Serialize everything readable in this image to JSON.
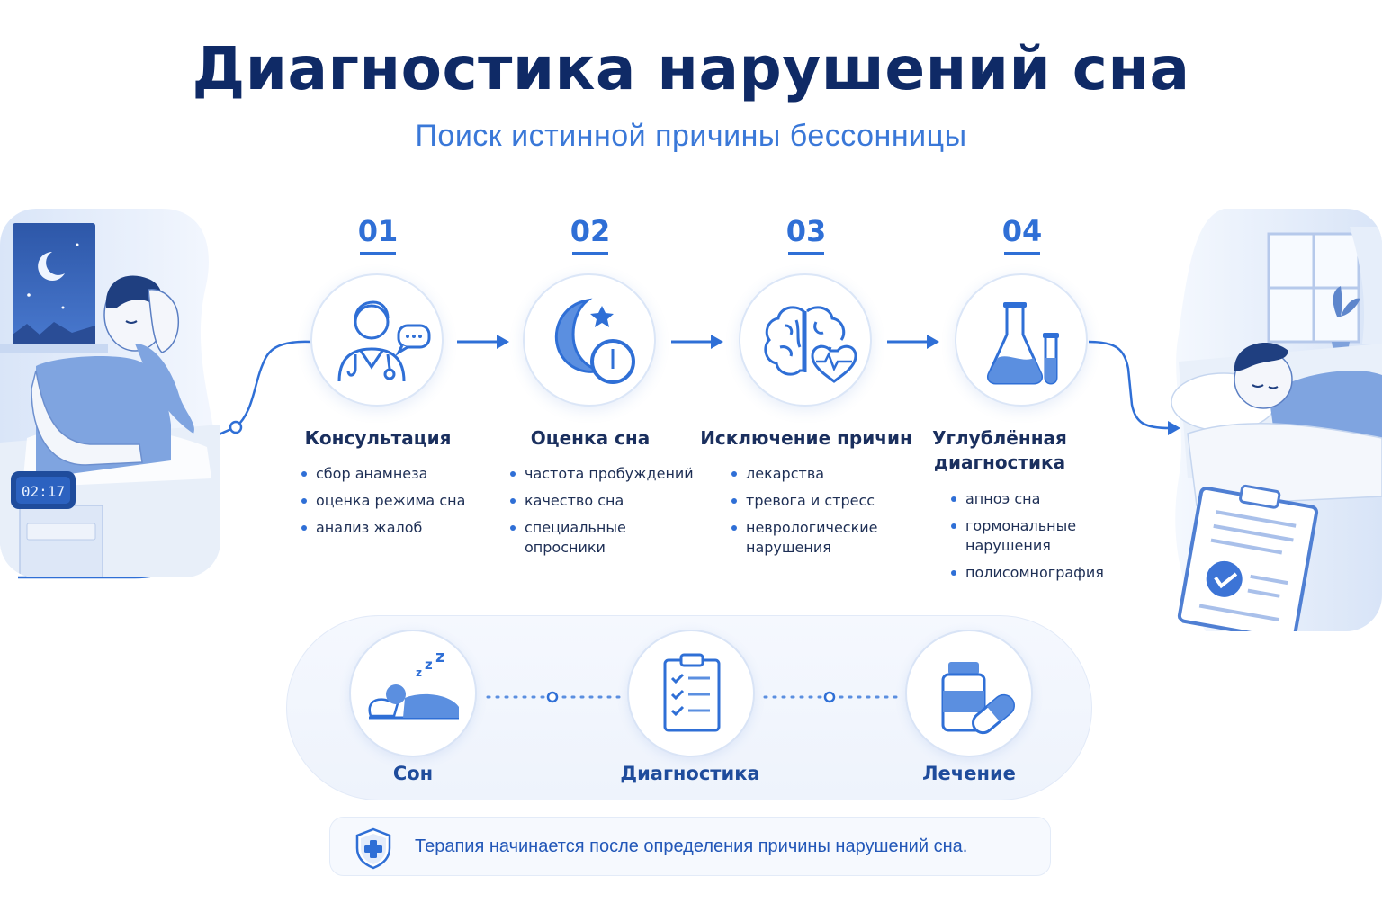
{
  "header": {
    "title": "Диагностика нарушений сна",
    "subtitle": "Поиск истинной причины бессонницы"
  },
  "scenes": {
    "clock_time": "02:17"
  },
  "steps": [
    {
      "number": "01",
      "title": "Консультация",
      "icon": "doctor-icon",
      "items": [
        "сбор анамнеза",
        "оценка режима сна",
        "анализ жалоб"
      ]
    },
    {
      "number": "02",
      "title": "Оценка сна",
      "icon": "moon-clock-icon",
      "items": [
        "частота пробуждений",
        "качество сна",
        "специальные опросники"
      ]
    },
    {
      "number": "03",
      "title": "Исключение причин",
      "icon": "brain-heart-icon",
      "items": [
        "лекарства",
        "тревога и стресс",
        "неврологические нарушения"
      ]
    },
    {
      "number": "04",
      "title": "Углублённая диагностика",
      "icon": "lab-flask-icon",
      "items": [
        "апноэ сна",
        "гормональные нарушения",
        "полисомнография"
      ]
    }
  ],
  "flow": [
    {
      "label": "Сон",
      "icon": "sleeping-person-icon"
    },
    {
      "label": "Диагностика",
      "icon": "checklist-icon"
    },
    {
      "label": "Лечение",
      "icon": "medicine-icon"
    }
  ],
  "note": {
    "text": "Терапия начинается после определения причины нарушений сна.",
    "icon": "shield-plus-icon"
  },
  "colors": {
    "title": "#0f2a66",
    "accent": "#2f6fd6",
    "subtitle": "#3a78d8",
    "soft_bg": "#eef3fc"
  }
}
